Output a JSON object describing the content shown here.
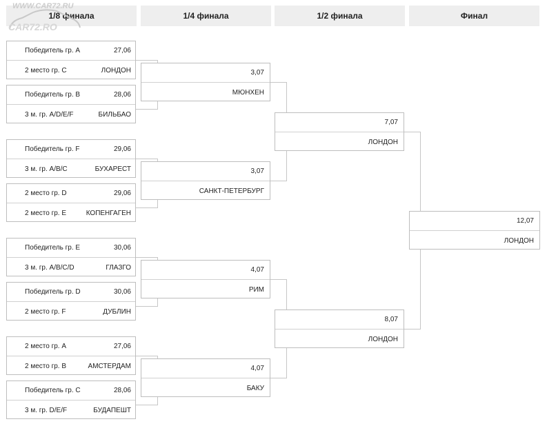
{
  "headers": [
    "1/8 финала",
    "1/4 финала",
    "1/2 финала",
    "Финал"
  ],
  "watermark": [
    "WWW.CAR72.RU",
    "CAR72.RO"
  ],
  "r16": [
    {
      "team1": "Победитель гр. A",
      "date": "27,06",
      "team2": "2 место гр. C",
      "venue": "ЛОНДОН"
    },
    {
      "team1": "Победитель гр. B",
      "date": "28,06",
      "team2": "3 м. гр. A/D/E/F",
      "venue": "БИЛЬБАО"
    },
    {
      "team1": "Победитель гр. F",
      "date": "29,06",
      "team2": "3 м. гр. A/B/C",
      "venue": "БУХАРЕСТ"
    },
    {
      "team1": "2 место гр. D",
      "date": "29,06",
      "team2": "2 место гр. E",
      "venue": "КОПЕНГАГЕН"
    },
    {
      "team1": "Победитель гр. E",
      "date": "30,06",
      "team2": "3 м. гр. A/B/C/D",
      "venue": "ГЛАЗГО"
    },
    {
      "team1": "Победитель гр. D",
      "date": "30,06",
      "team2": "2 место гр. F",
      "venue": "ДУБЛИН"
    },
    {
      "team1": "2 место гр. A",
      "date": "27,06",
      "team2": "2 место гр. B",
      "venue": "АМСТЕРДАМ"
    },
    {
      "team1": "Победитель гр. C",
      "date": "28,06",
      "team2": "3 м. гр. D/E/F",
      "venue": "БУДАПЕШТ"
    }
  ],
  "qf": [
    {
      "date": "3,07",
      "venue": "МЮНХЕН"
    },
    {
      "date": "3,07",
      "venue": "САНКТ-ПЕТЕРБУРГ"
    },
    {
      "date": "4,07",
      "venue": "РИМ"
    },
    {
      "date": "4,07",
      "venue": "БАКУ"
    }
  ],
  "sf": [
    {
      "date": "7,07",
      "venue": "ЛОНДОН"
    },
    {
      "date": "8,07",
      "venue": "ЛОНДОН"
    }
  ],
  "final": {
    "date": "12,07",
    "venue": "ЛОНДОН"
  }
}
